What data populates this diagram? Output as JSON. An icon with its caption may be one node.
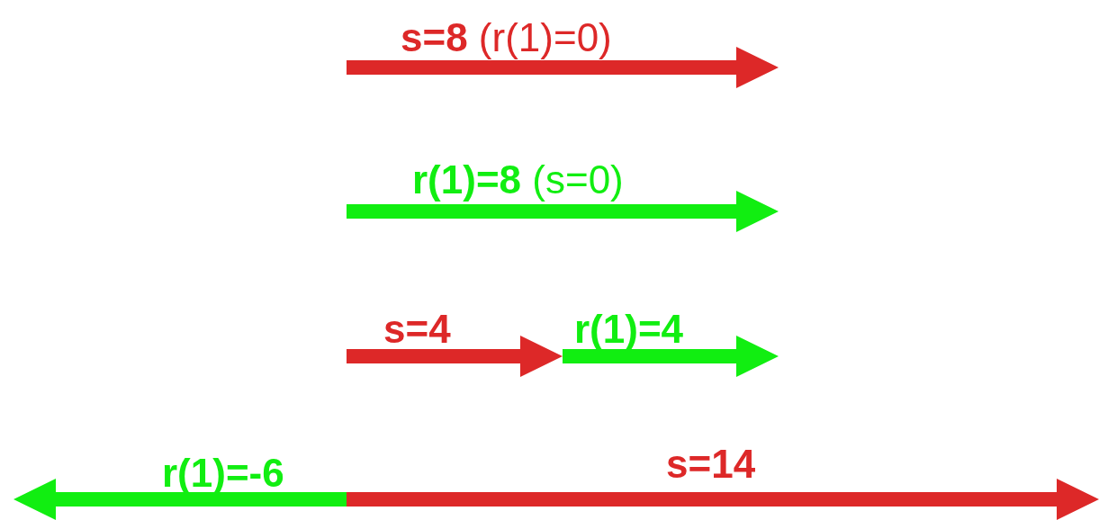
{
  "diagram": {
    "labels": [
      "**s=8** (r(1)=0)",
      "**r(1)=8** (s=0)",
      "s=4",
      "r(1)=4",
      "r(1)=-6",
      "s=14"
    ]
  }
}
